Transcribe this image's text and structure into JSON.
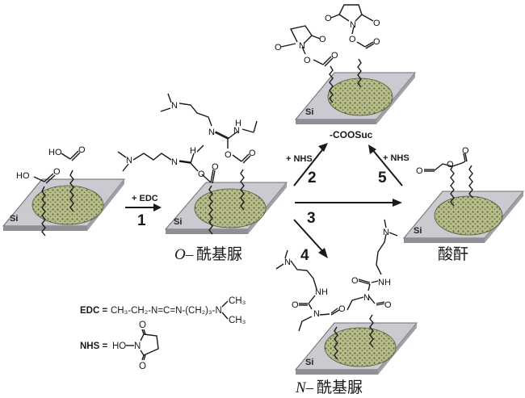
{
  "diagram": {
    "title": "EDC/NHS surface activation reaction scheme",
    "colors": {
      "substrate_top": "#c9cbd0",
      "substrate_edge": "#8e9096",
      "film": "#b9bd8a",
      "film_dot": "#5d6640",
      "ink": "#1a1a1a"
    },
    "substrate_label": "Si",
    "nodes": {
      "start": {
        "label": ""
      },
      "o_acylurea": {
        "prefix": "O–",
        "label": "酰基脲"
      },
      "cooSuc": {
        "label": "-COOSuc"
      },
      "anhydride": {
        "label": "酸酐"
      },
      "n_acylurea": {
        "prefix": "N–",
        "label": "酰基脲"
      }
    },
    "arrows": [
      {
        "step": "1",
        "reagent": "+ EDC"
      },
      {
        "step": "2",
        "reagent": "+ NHS"
      },
      {
        "step": "3",
        "reagent": ""
      },
      {
        "step": "4",
        "reagent": ""
      },
      {
        "step": "5",
        "reagent": "+ NHS"
      }
    ],
    "atoms": {
      "HO": "HO",
      "O": "O",
      "N": "N",
      "H": "H",
      "NH": "NH"
    },
    "legend": {
      "edc_prefix": "EDC = ",
      "edc_formula": "CH₃-CH₂-N=C=N-(CH₂)₃-N",
      "edc_me1": "CH₃",
      "edc_me2": "CH₃",
      "nhs_prefix": "NHS = ",
      "nhs_ho": "HO",
      "nhs_n": "N",
      "nhs_o": "O"
    }
  }
}
